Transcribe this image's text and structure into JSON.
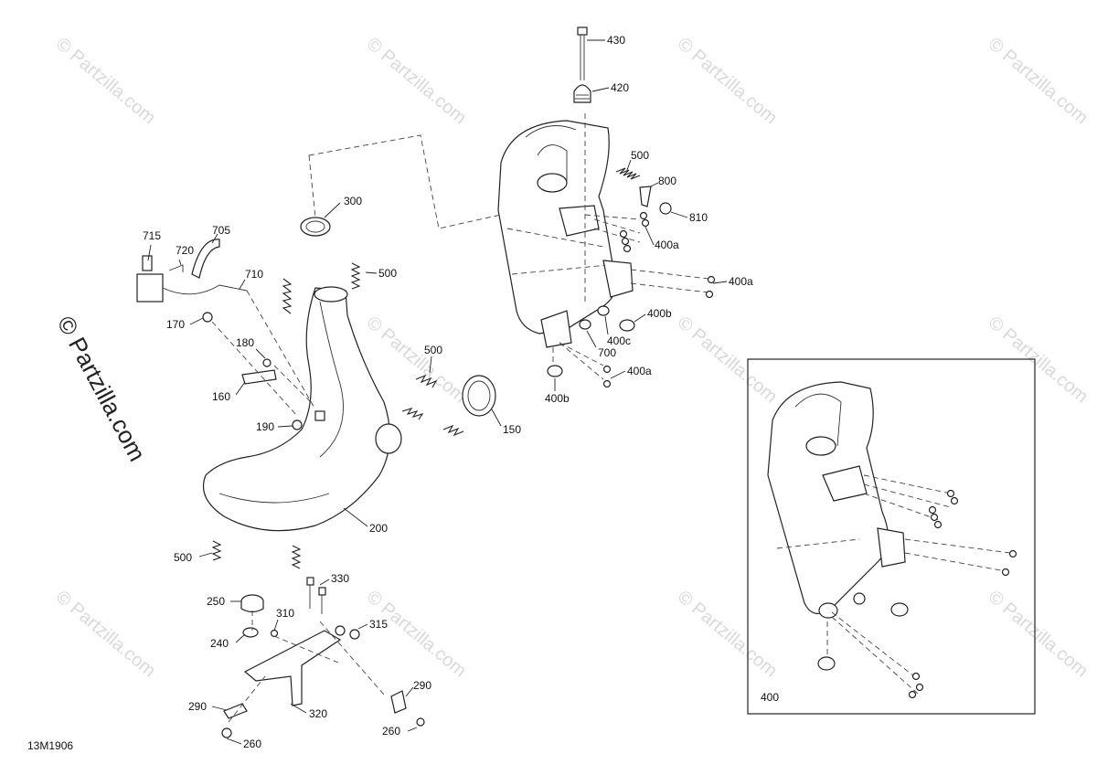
{
  "diagram": {
    "drawing_number": "13M1906",
    "inset_label": "400",
    "watermark_main": "© Partzilla.com",
    "watermark_tile": "© Partzilla.com",
    "callouts": {
      "c430": "430",
      "c420": "420",
      "c500a": "500",
      "c800": "800",
      "c810": "810",
      "c400a1": "400a",
      "c400a2": "400a",
      "c400b1": "400b",
      "c400c": "400c",
      "c700": "700",
      "c400a3": "400a",
      "c400b2": "400b",
      "c300": "300",
      "c715": "715",
      "c705": "705",
      "c720": "720",
      "c710": "710",
      "c500b": "500",
      "c170": "170",
      "c180": "180",
      "c160": "160",
      "c190": "190",
      "c500c": "500",
      "c150": "150",
      "c200": "200",
      "c500d": "500",
      "c330": "330",
      "c250": "250",
      "c310": "310",
      "c315": "315",
      "c240": "240",
      "c290a": "290",
      "c290b": "290",
      "c320": "320",
      "c260a": "260",
      "c260b": "260"
    }
  }
}
